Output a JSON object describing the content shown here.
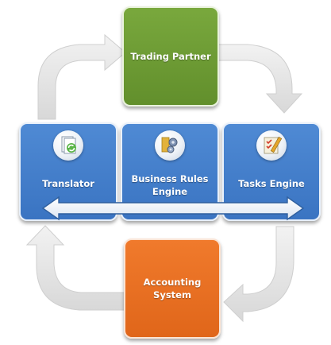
{
  "nodes": {
    "trading_partner": "Trading Partner",
    "translator": "Translator",
    "business_rules": [
      "Business Rules",
      "Engine"
    ],
    "tasks_engine": "Tasks Engine",
    "accounting": [
      "Accounting",
      "System"
    ]
  },
  "icons": {
    "translator": "document-recycle-icon",
    "business_rules": "gears-icon",
    "tasks_engine": "checklist-icon"
  },
  "colors": {
    "blue": "#3f7bc8",
    "green": "#6d9a33",
    "orange": "#eb6e22",
    "arrow_grey": "#e6e6e6"
  }
}
